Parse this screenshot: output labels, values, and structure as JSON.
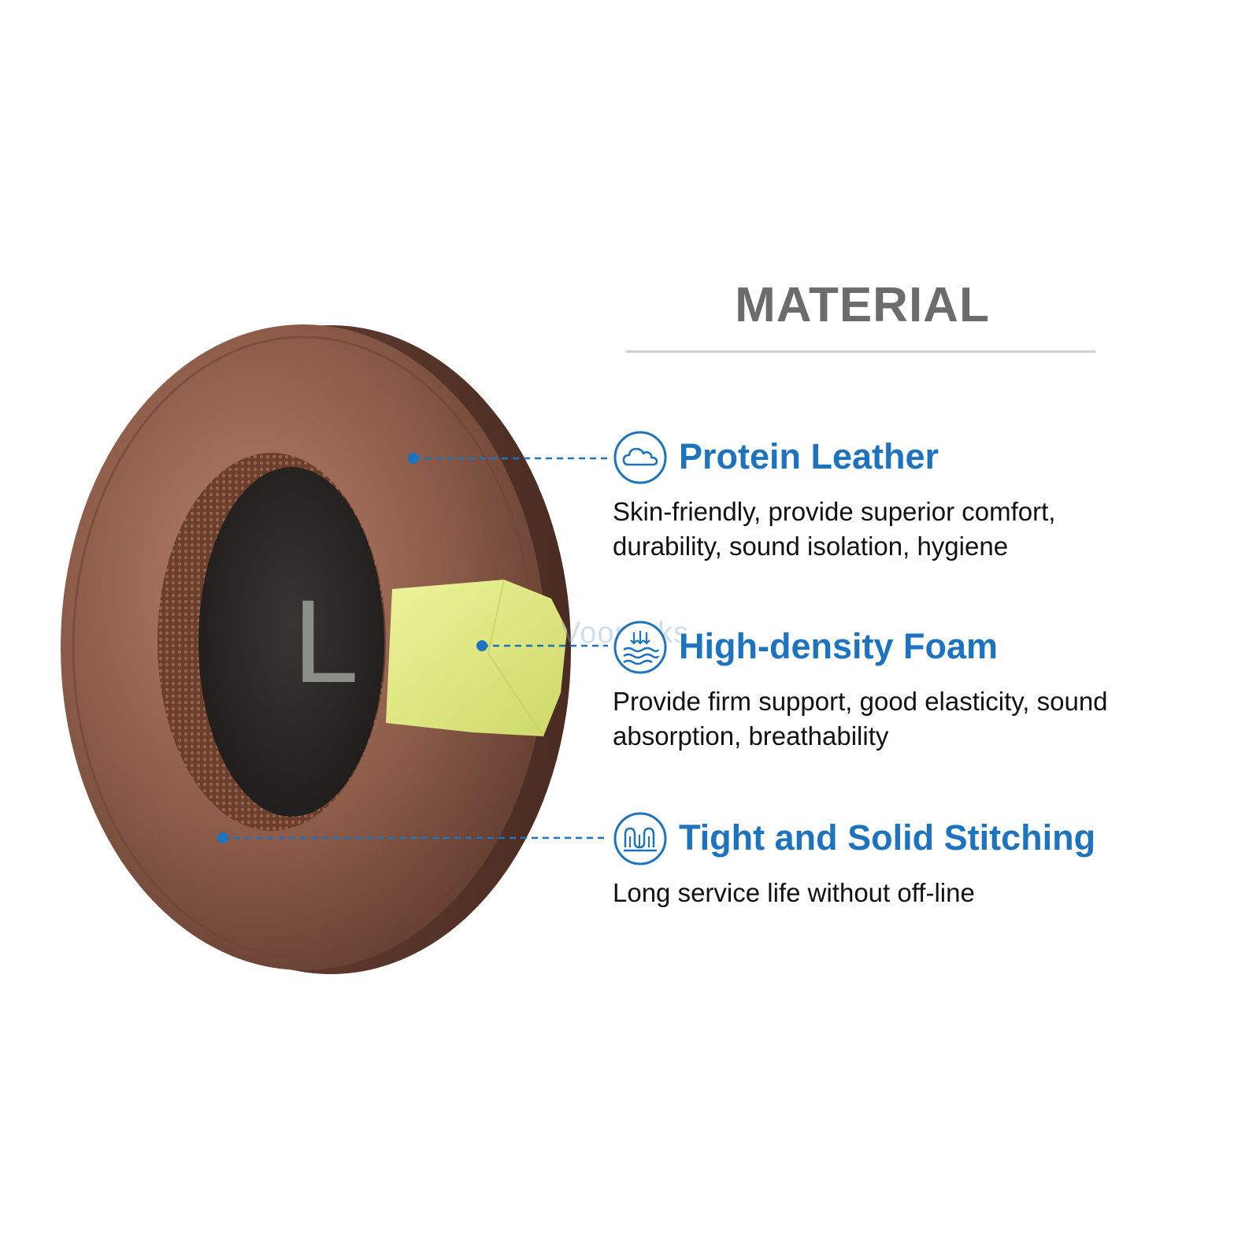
{
  "heading": {
    "title": "MATERIAL"
  },
  "watermark": "Voomaks",
  "earpad": {
    "side_label": "L"
  },
  "colors": {
    "accent": "#1e73be",
    "title_gray": "#6c6c6c",
    "leather": "#8a5a48",
    "foam": "#dfe884",
    "fabric": "#2e2a2a"
  },
  "features": [
    {
      "icon": "cloud-icon",
      "title": "Protein Leather",
      "desc_line1": "Skin-friendly, provide superior comfort,",
      "desc_line2": "durability, sound isolation, hygiene"
    },
    {
      "icon": "waves-down-arrows-icon",
      "title": "High-density Foam",
      "desc_line1": "Provide firm support, good elasticity, sound",
      "desc_line2": "absorption, breathability"
    },
    {
      "icon": "coil-stitch-icon",
      "title": "Tight and Solid Stitching",
      "desc_line1": "Long service life without off-line",
      "desc_line2": ""
    }
  ]
}
